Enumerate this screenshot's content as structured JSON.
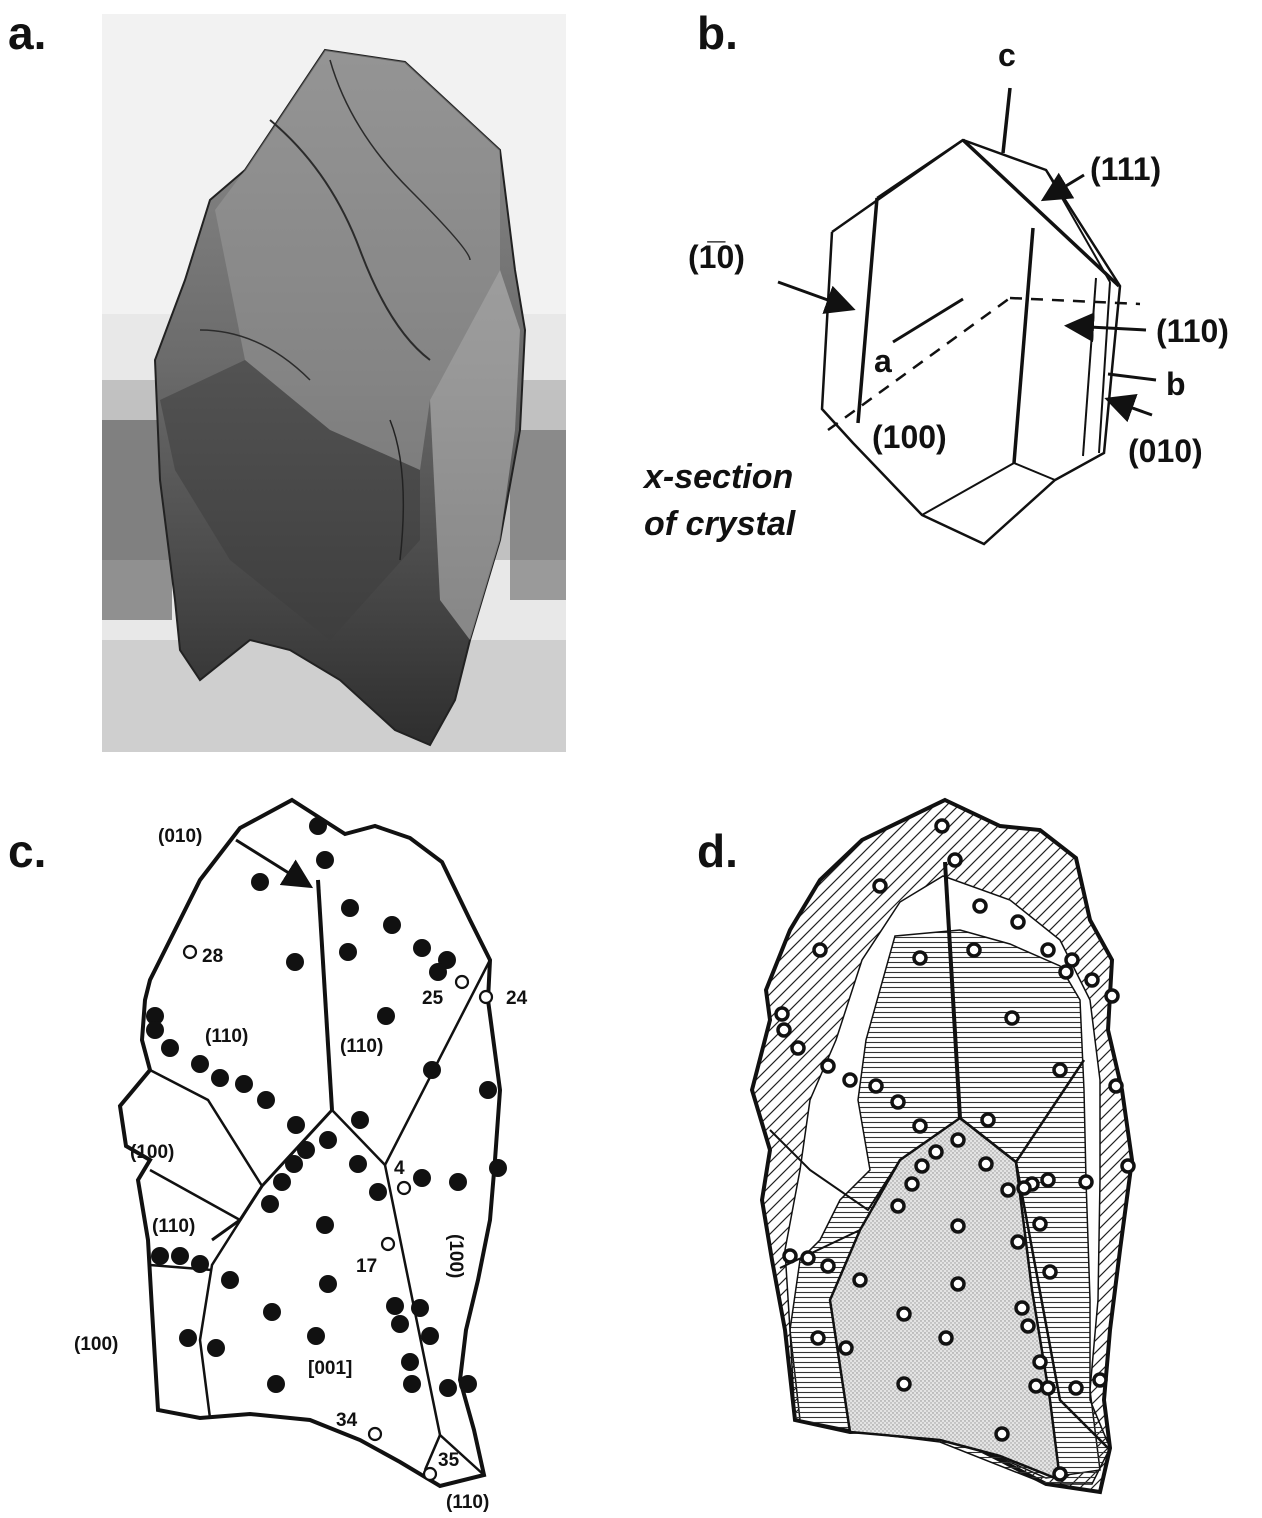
{
  "panels": {
    "a": "a.",
    "b": "b.",
    "c": "c.",
    "d": "d."
  },
  "panel_b": {
    "axis_c": "c",
    "axis_a": "a",
    "axis_b": "b",
    "face_111": "(111)",
    "face_1m10": "(1̅0)",
    "face_110": "(110)",
    "face_010": "(010)",
    "face_100": "(100)",
    "xsection_line1": "x-section",
    "xsection_line2": "of crystal"
  },
  "panel_c": {
    "f010": "(010)",
    "f110_left": "(110)",
    "f110_center": "(110)",
    "f100_upper": "(100)",
    "f110_lower": "(110)",
    "f100_lower": "(100)",
    "f100_right": "(100)",
    "f001": "[001]",
    "f110_bottom": "(110)",
    "n28": "28",
    "n25": "25",
    "n24": "24",
    "n4": "4",
    "n17": "17",
    "n34": "34",
    "n35": "35"
  },
  "colors": {
    "ink": "#111111",
    "photo_dark": "#3a3a3a",
    "photo_light": "#d8d8d8",
    "stipple": "#d9d9d9"
  }
}
